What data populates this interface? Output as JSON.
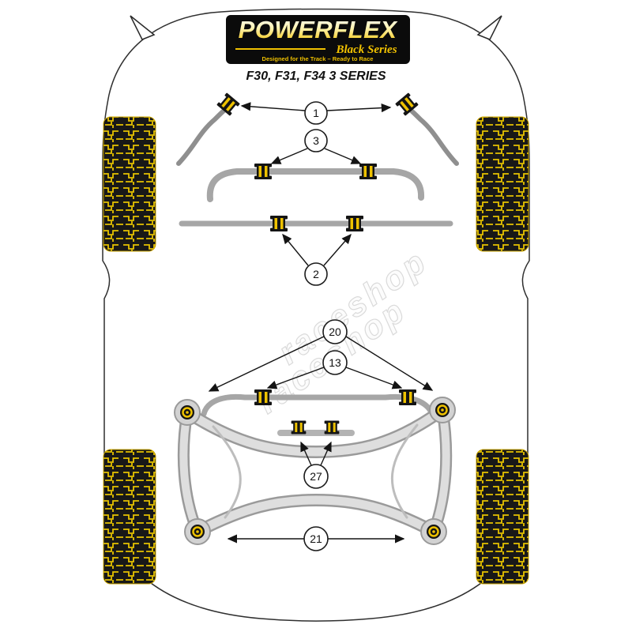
{
  "logo": {
    "brand": "POWERFLEX",
    "series": "Black Series",
    "tagline": "Designed for the Track – Ready to Race"
  },
  "title": "F30, F31, F34 3 SERIES",
  "watermark": {
    "text": "raceshop"
  },
  "callouts": {
    "n1": "1",
    "n3": "3",
    "n2": "2",
    "n20": "20",
    "n13": "13",
    "n27": "27",
    "n21": "21"
  },
  "colors": {
    "accent_yellow": "#f2c200",
    "bush_black": "#141414",
    "part_gray": "#a6a6a6",
    "logo_panel": "#0b0b0b"
  }
}
